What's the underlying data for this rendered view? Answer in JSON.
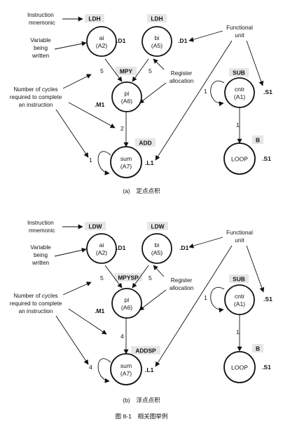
{
  "panels": [
    {
      "labels": {
        "mnemonic": [
          "Instruction",
          "mnemonic"
        ],
        "variable": [
          "Variable",
          "being",
          "written"
        ],
        "cycles": [
          "Number of cycles",
          "required to complete",
          "an instruction"
        ],
        "register": [
          "Register",
          "allocation"
        ],
        "functional": [
          "Functional",
          "unit"
        ]
      },
      "ops": {
        "ai": "LDH",
        "bi": "LDH",
        "pi": "MPY",
        "sum": "ADD",
        "cntr": "SUB",
        "loop": "B"
      },
      "nodes": {
        "ai": [
          "ai",
          "(A2)"
        ],
        "bi": [
          "bi",
          "(A5)"
        ],
        "pi": [
          "pi",
          "(A6)"
        ],
        "sum": [
          "sum",
          "(A7)"
        ],
        "cntr": [
          "cntr",
          "(A1)"
        ],
        "loop": [
          "LOOP"
        ]
      },
      "units": {
        "ai": ".D1",
        "bi": ".D1",
        "pi": ".M1",
        "sum": ".L1",
        "cntr": ".S1",
        "loop": ".S1"
      },
      "cycles": {
        "ai_pi": "5",
        "bi_pi": "5",
        "pi_sum": "2",
        "sum_loop": "1",
        "cntr_loop": "1",
        "cntr_b": "1"
      },
      "caption": "(a)　定点点积"
    },
    {
      "labels": {
        "mnemonic": [
          "Instruction",
          "mnemonic"
        ],
        "variable": [
          "Variable",
          "being",
          "written"
        ],
        "cycles": [
          "Number of cycles",
          "required to complete",
          "an instruction"
        ],
        "register": [
          "Register",
          "allocation"
        ],
        "functional": [
          "Functional",
          "unit"
        ]
      },
      "ops": {
        "ai": "LDW",
        "bi": "LDW",
        "pi": "MPYSP",
        "sum": "ADDSP",
        "cntr": "SUB",
        "loop": "B"
      },
      "nodes": {
        "ai": [
          "ai",
          "(A2)"
        ],
        "bi": [
          "bi",
          "(A5)"
        ],
        "pi": [
          "pi",
          "(A6)"
        ],
        "sum": [
          "sum",
          "(A7)"
        ],
        "cntr": [
          "cntr",
          "(A1)"
        ],
        "loop": [
          "LOOP"
        ]
      },
      "units": {
        "ai": ".D1",
        "bi": ".D1",
        "pi": ".M1",
        "sum": ".L1",
        "cntr": ".S1",
        "loop": ".S1"
      },
      "cycles": {
        "ai_pi": "5",
        "bi_pi": "5",
        "pi_sum": "4",
        "sum_loop": "4",
        "cntr_loop": "1",
        "cntr_b": "1"
      },
      "caption": "(b)　浮点点积"
    }
  ],
  "figure_caption": "图 8-1　相关图举例"
}
